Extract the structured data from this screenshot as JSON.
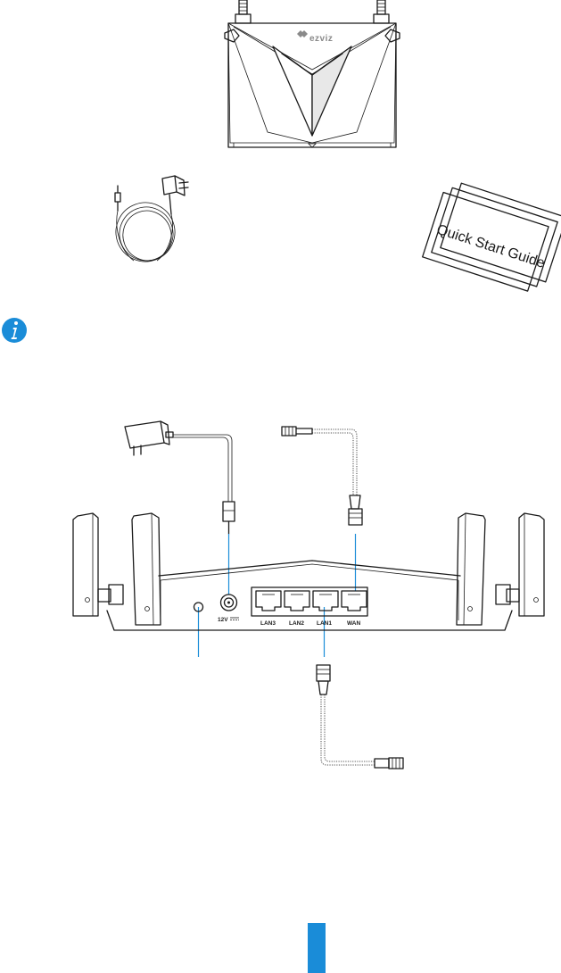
{
  "router_front": {
    "brand_logo": "ezviz"
  },
  "guide": {
    "title": "Quick Start Guide"
  },
  "router_back": {
    "power_label": "12V",
    "ports": [
      {
        "label": "LAN3"
      },
      {
        "label": "LAN2"
      },
      {
        "label": "LAN1"
      },
      {
        "label": "WAN"
      }
    ]
  },
  "colors": {
    "accent": "#1a8cd8",
    "line": "#1a1a1a"
  },
  "icons": {
    "note": "info-icon"
  }
}
